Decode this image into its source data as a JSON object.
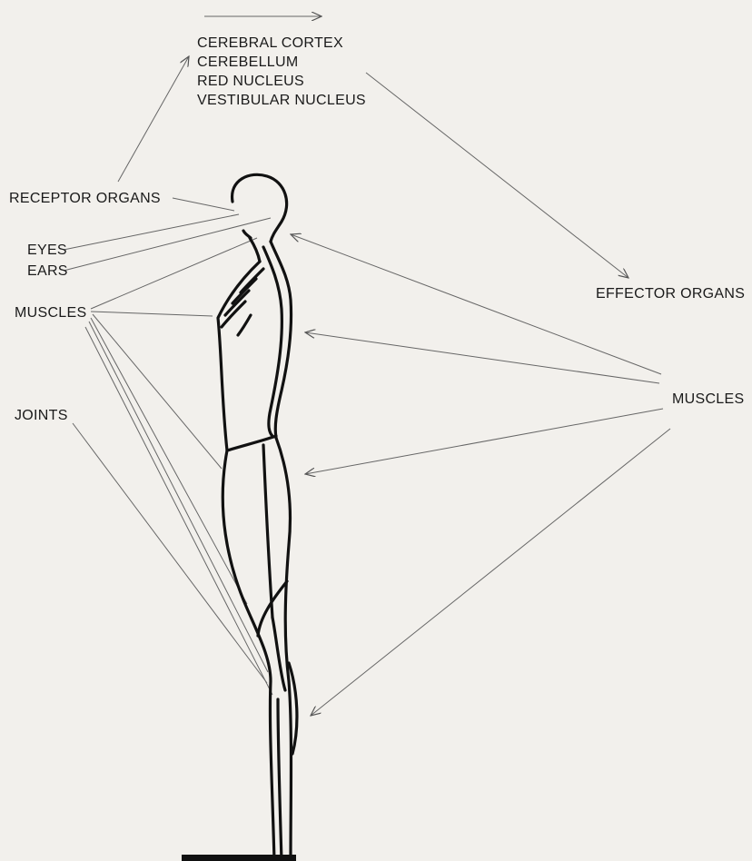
{
  "labels": {
    "cns_centers": [
      "CEREBRAL CORTEX",
      "CEREBELLUM",
      "RED NUCLEUS",
      "VESTIBULAR NUCLEUS"
    ],
    "receptor_organs": "RECEPTOR ORGANS",
    "eyes": "EYES",
    "ears": "EARS",
    "muscles_left": "MUSCLES",
    "joints": "JOINTS",
    "effector_organs": "EFFECTOR ORGANS",
    "muscles_right": "MUSCLES"
  },
  "colors": {
    "background": "#f2f0ec",
    "ink": "#1a1a1a",
    "leader_lines": "#666666"
  }
}
